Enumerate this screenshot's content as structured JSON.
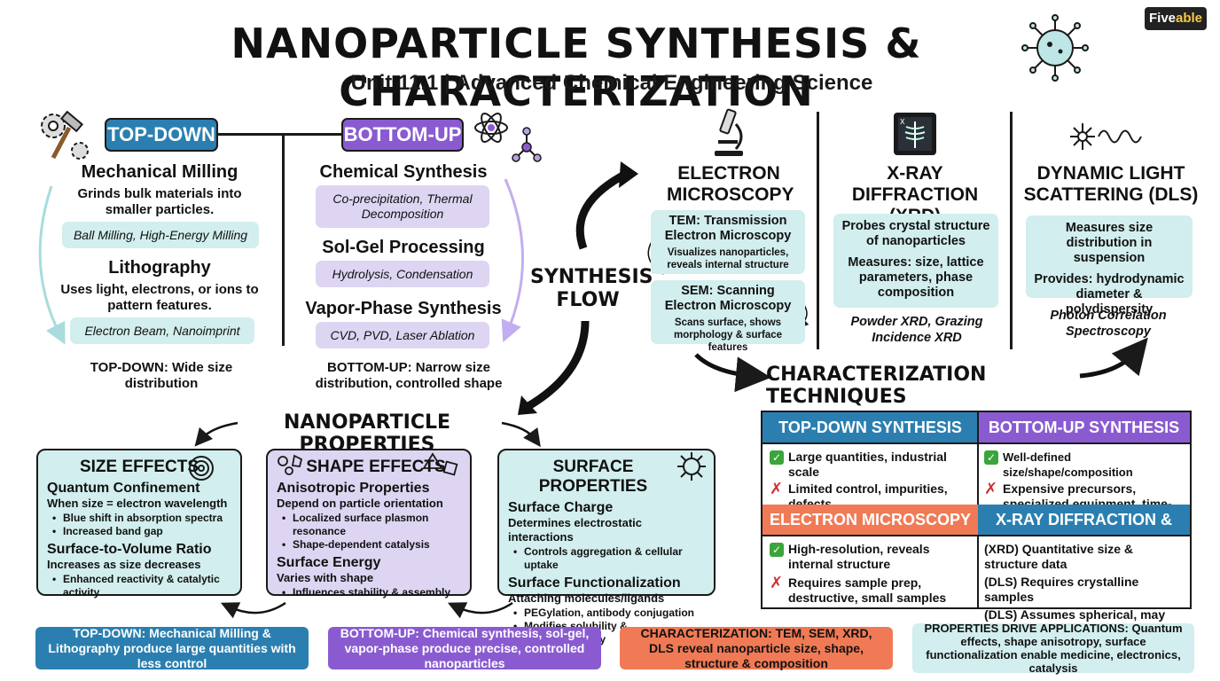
{
  "header": {
    "title": "NANOPARTICLE SYNTHESIS & CHARACTERIZATION",
    "subtitle": "Unit 11.1 | Advanced Chemical Engineering Science",
    "brand_a": "Five",
    "brand_b": "able"
  },
  "topdown": {
    "tag": "TOP-DOWN",
    "m1_title": "Mechanical Milling",
    "m1_desc": "Grinds bulk materials into smaller particles.",
    "m1_ex": "Ball Milling, High-Energy Milling",
    "m2_title": "Lithography",
    "m2_desc": "Uses light, electrons, or ions to pattern features.",
    "m2_ex": "Electron Beam, Nanoimprint",
    "note": "TOP-DOWN: Wide size distribution"
  },
  "bottomup": {
    "tag": "BOTTOM-UP",
    "m1_title": "Chemical Synthesis",
    "m1_ex": "Co-precipitation, Thermal Decomposition",
    "m2_title": "Sol-Gel Processing",
    "m2_ex": "Hydrolysis, Condensation",
    "m3_title": "Vapor-Phase Synthesis",
    "m3_ex": "CVD, PVD, Laser Ablation",
    "note": "BOTTOM-UP: Narrow size distribution, controlled shape"
  },
  "flow": {
    "label": "SYNTHESIS FLOW",
    "char_label": "CHARACTERIZATION TECHNIQUES",
    "props_label": "NANOPARTICLE PROPERTIES"
  },
  "em": {
    "title": "ELECTRON MICROSCOPY",
    "tem_title": "TEM: Transmission Electron Microscopy",
    "tem_desc": "Visualizes nanoparticles, reveals internal structure",
    "sem_title": "SEM: Scanning Electron Microscopy",
    "sem_desc": "Scans surface, shows morphology & surface features"
  },
  "xrd": {
    "title": "X-RAY DIFFRACTION (XRD)",
    "d1": "Probes crystal structure of nanoparticles",
    "d2": "Measures: size, lattice parameters, phase composition",
    "ex": "Powder XRD, Grazing Incidence XRD"
  },
  "dls": {
    "title": "DYNAMIC LIGHT SCATTERING (DLS)",
    "d1": "Measures size distribution in suspension",
    "d2": "Provides: hydrodynamic diameter & polydispersity",
    "ex": "Photon Correlation Spectroscopy"
  },
  "size": {
    "title": "SIZE EFFECTS",
    "s1": "Quantum Confinement",
    "s1d": "When size = electron wavelength",
    "s1b": [
      "Blue shift in absorption spectra",
      "Increased band gap"
    ],
    "s2": "Surface-to-Volume Ratio",
    "s2d": "Increases as size decreases",
    "s2b": [
      "Enhanced reactivity & catalytic activity"
    ]
  },
  "shape": {
    "title": "SHAPE EFFECTS",
    "s1": "Anisotropic Properties",
    "s1d": "Depend on particle orientation",
    "s1b": [
      "Localized surface plasmon resonance",
      "Shape-dependent catalysis"
    ],
    "s2": "Surface Energy",
    "s2d": "Varies with shape",
    "s2b": [
      "Influences stability & assembly"
    ]
  },
  "surface": {
    "title": "SURFACE PROPERTIES",
    "s1": "Surface Charge",
    "s1d": "Determines electrostatic interactions",
    "s1b": [
      "Controls aggregation & cellular uptake"
    ],
    "s2": "Surface Functionalization",
    "s2d": "Attaching molecules/ligands",
    "s2b": [
      "PEGylation, antibody conjugation",
      "Modifies solubility & biocompatibility"
    ]
  },
  "table": {
    "h1": "TOP-DOWN SYNTHESIS",
    "h2": "BOTTOM-UP SYNTHESIS",
    "h3": "ELECTRON MICROSCOPY",
    "h4": "X-RAY DIFFRACTION & DLS",
    "td_pro": "Large quantities, industrial scale",
    "td_con": "Limited control, impurities, defects",
    "bu_pro": "Well-defined size/shape/composition",
    "bu_con": "Expensive precursors, specialized equipment, time-consuming",
    "em_pro": "High-resolution, reveals internal structure",
    "em_con": "Requires sample prep, destructive, small samples",
    "x1": "(XRD) Quantitative size & structure data",
    "x2": "(DLS) Requires crystalline samples",
    "x3": "(DLS) Assumes spherical, may miss multimodal distributions",
    "check": "✓",
    "cross": "✗"
  },
  "bottom": {
    "b1": "TOP-DOWN: Mechanical Milling & Lithography produce large quantities with less control",
    "b2": "BOTTOM-UP: Chemical synthesis, sol-gel, vapor-phase produce precise, controlled nanoparticles",
    "b3": "CHARACTERIZATION: TEM, SEM, XRD, DLS reveal nanoparticle size, shape, structure & composition",
    "b4": "PROPERTIES DRIVE APPLICATIONS: Quantum effects, shape anisotropy, surface functionalization enable medicine, electronics, catalysis"
  },
  "colors": {
    "topdown": "#2b7fb0",
    "bottomup": "#8a5bd0",
    "em": "#f07a55",
    "teal": "#d2eeee",
    "lavender": "#ddd5f2"
  }
}
